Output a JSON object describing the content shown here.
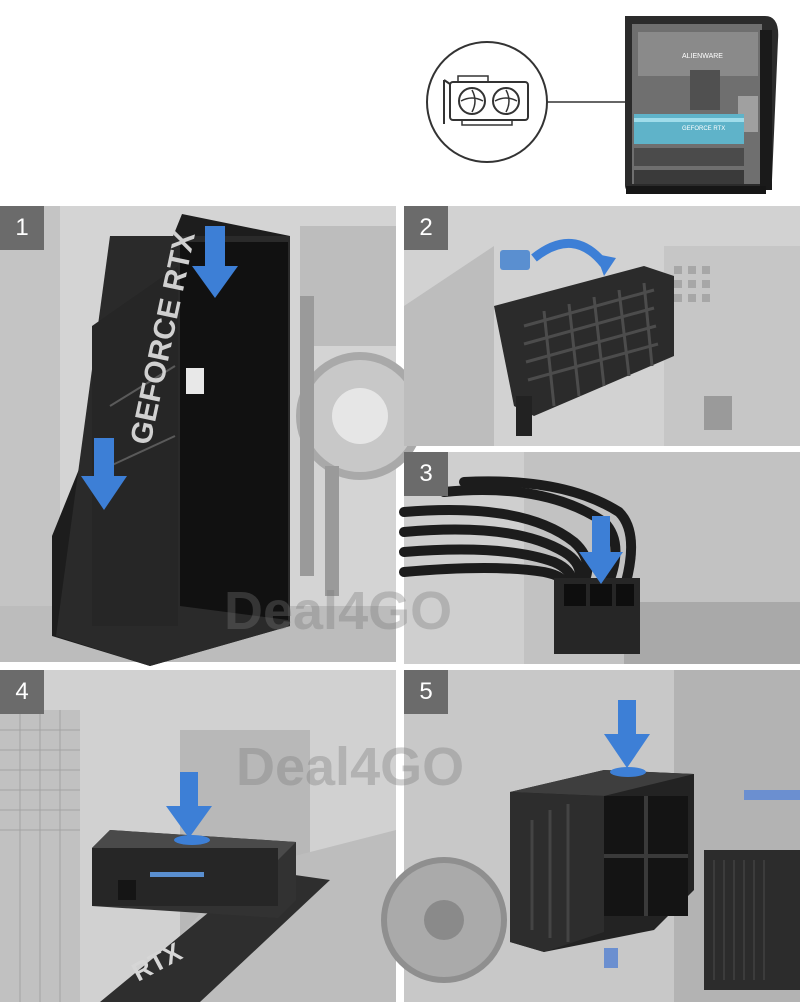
{
  "steps": [
    {
      "number": "1"
    },
    {
      "number": "2"
    },
    {
      "number": "3"
    },
    {
      "number": "4"
    },
    {
      "number": "5"
    }
  ],
  "overview": {
    "case_brand": "ALIENWARE",
    "card_label": "GEFORCE RTX"
  },
  "step1": {
    "card_label": "GEFORCE RTX"
  },
  "step4": {
    "card_label": "RTX"
  },
  "watermark": "Deal4GO",
  "colors": {
    "badge": "#6b6b6b",
    "arrow": "#3d7fd6",
    "arrow_dark": "#1f5fb5",
    "card": "#1b1b1b",
    "background": "#d6d6d6"
  }
}
